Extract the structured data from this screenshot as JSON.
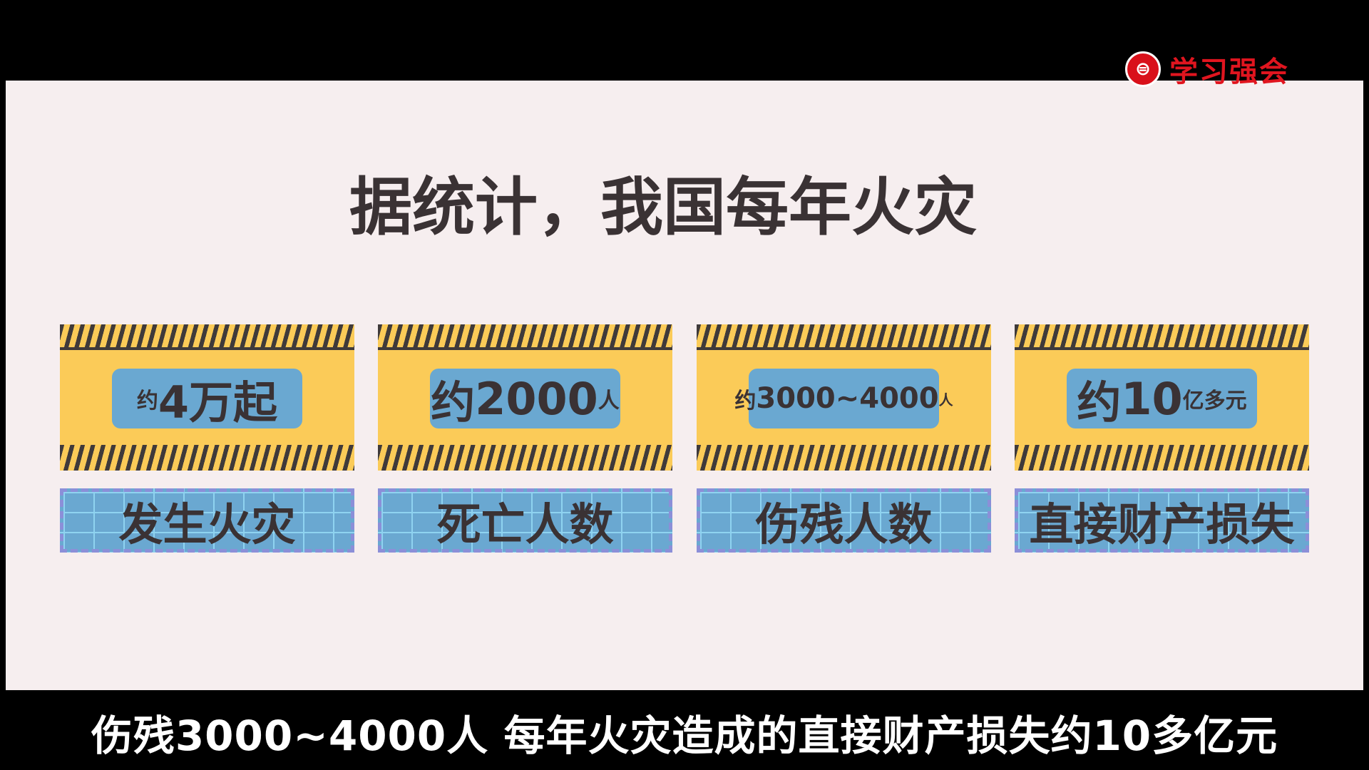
{
  "logo": {
    "text": "学习强会",
    "icon": "xuexi-logo-icon",
    "color": "#e0151f"
  },
  "title": "据统计，我国每年火灾",
  "cards": [
    {
      "prefix": "约",
      "value": "4万起",
      "suffix": "",
      "label": "发生火灾"
    },
    {
      "prefix": "约",
      "value": "2000",
      "suffix": "人",
      "label": "死亡人数"
    },
    {
      "prefix": "约",
      "value": "3000~4000",
      "suffix": "人",
      "label": "伤残人数"
    },
    {
      "prefix": "约",
      "value": "10",
      "suffix": "亿多元",
      "label": "直接财产损失"
    }
  ],
  "subtitle": "伤残3000~4000人 每年火灾造成的直接财产损失约10多亿元",
  "colors": {
    "yellow": "#fbcb58",
    "blue": "#6aa8d1",
    "dash": "#8b8fd8",
    "background": "#f6eeef"
  }
}
